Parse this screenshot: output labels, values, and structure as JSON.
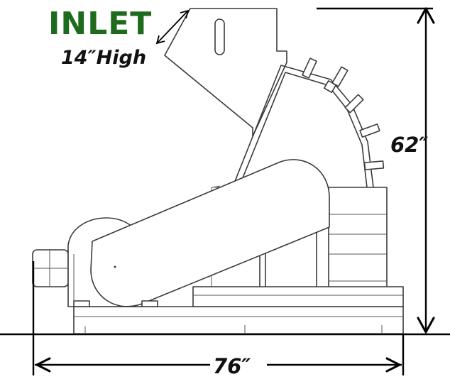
{
  "labels": {
    "inlet": "INLET",
    "inlet_size": "14″High",
    "height": "62″",
    "width": "76″"
  },
  "colors": {
    "inlet_text": "#1e6b1e",
    "dimension_lines": "#000000",
    "machine_outline": "#3a3a3a"
  }
}
